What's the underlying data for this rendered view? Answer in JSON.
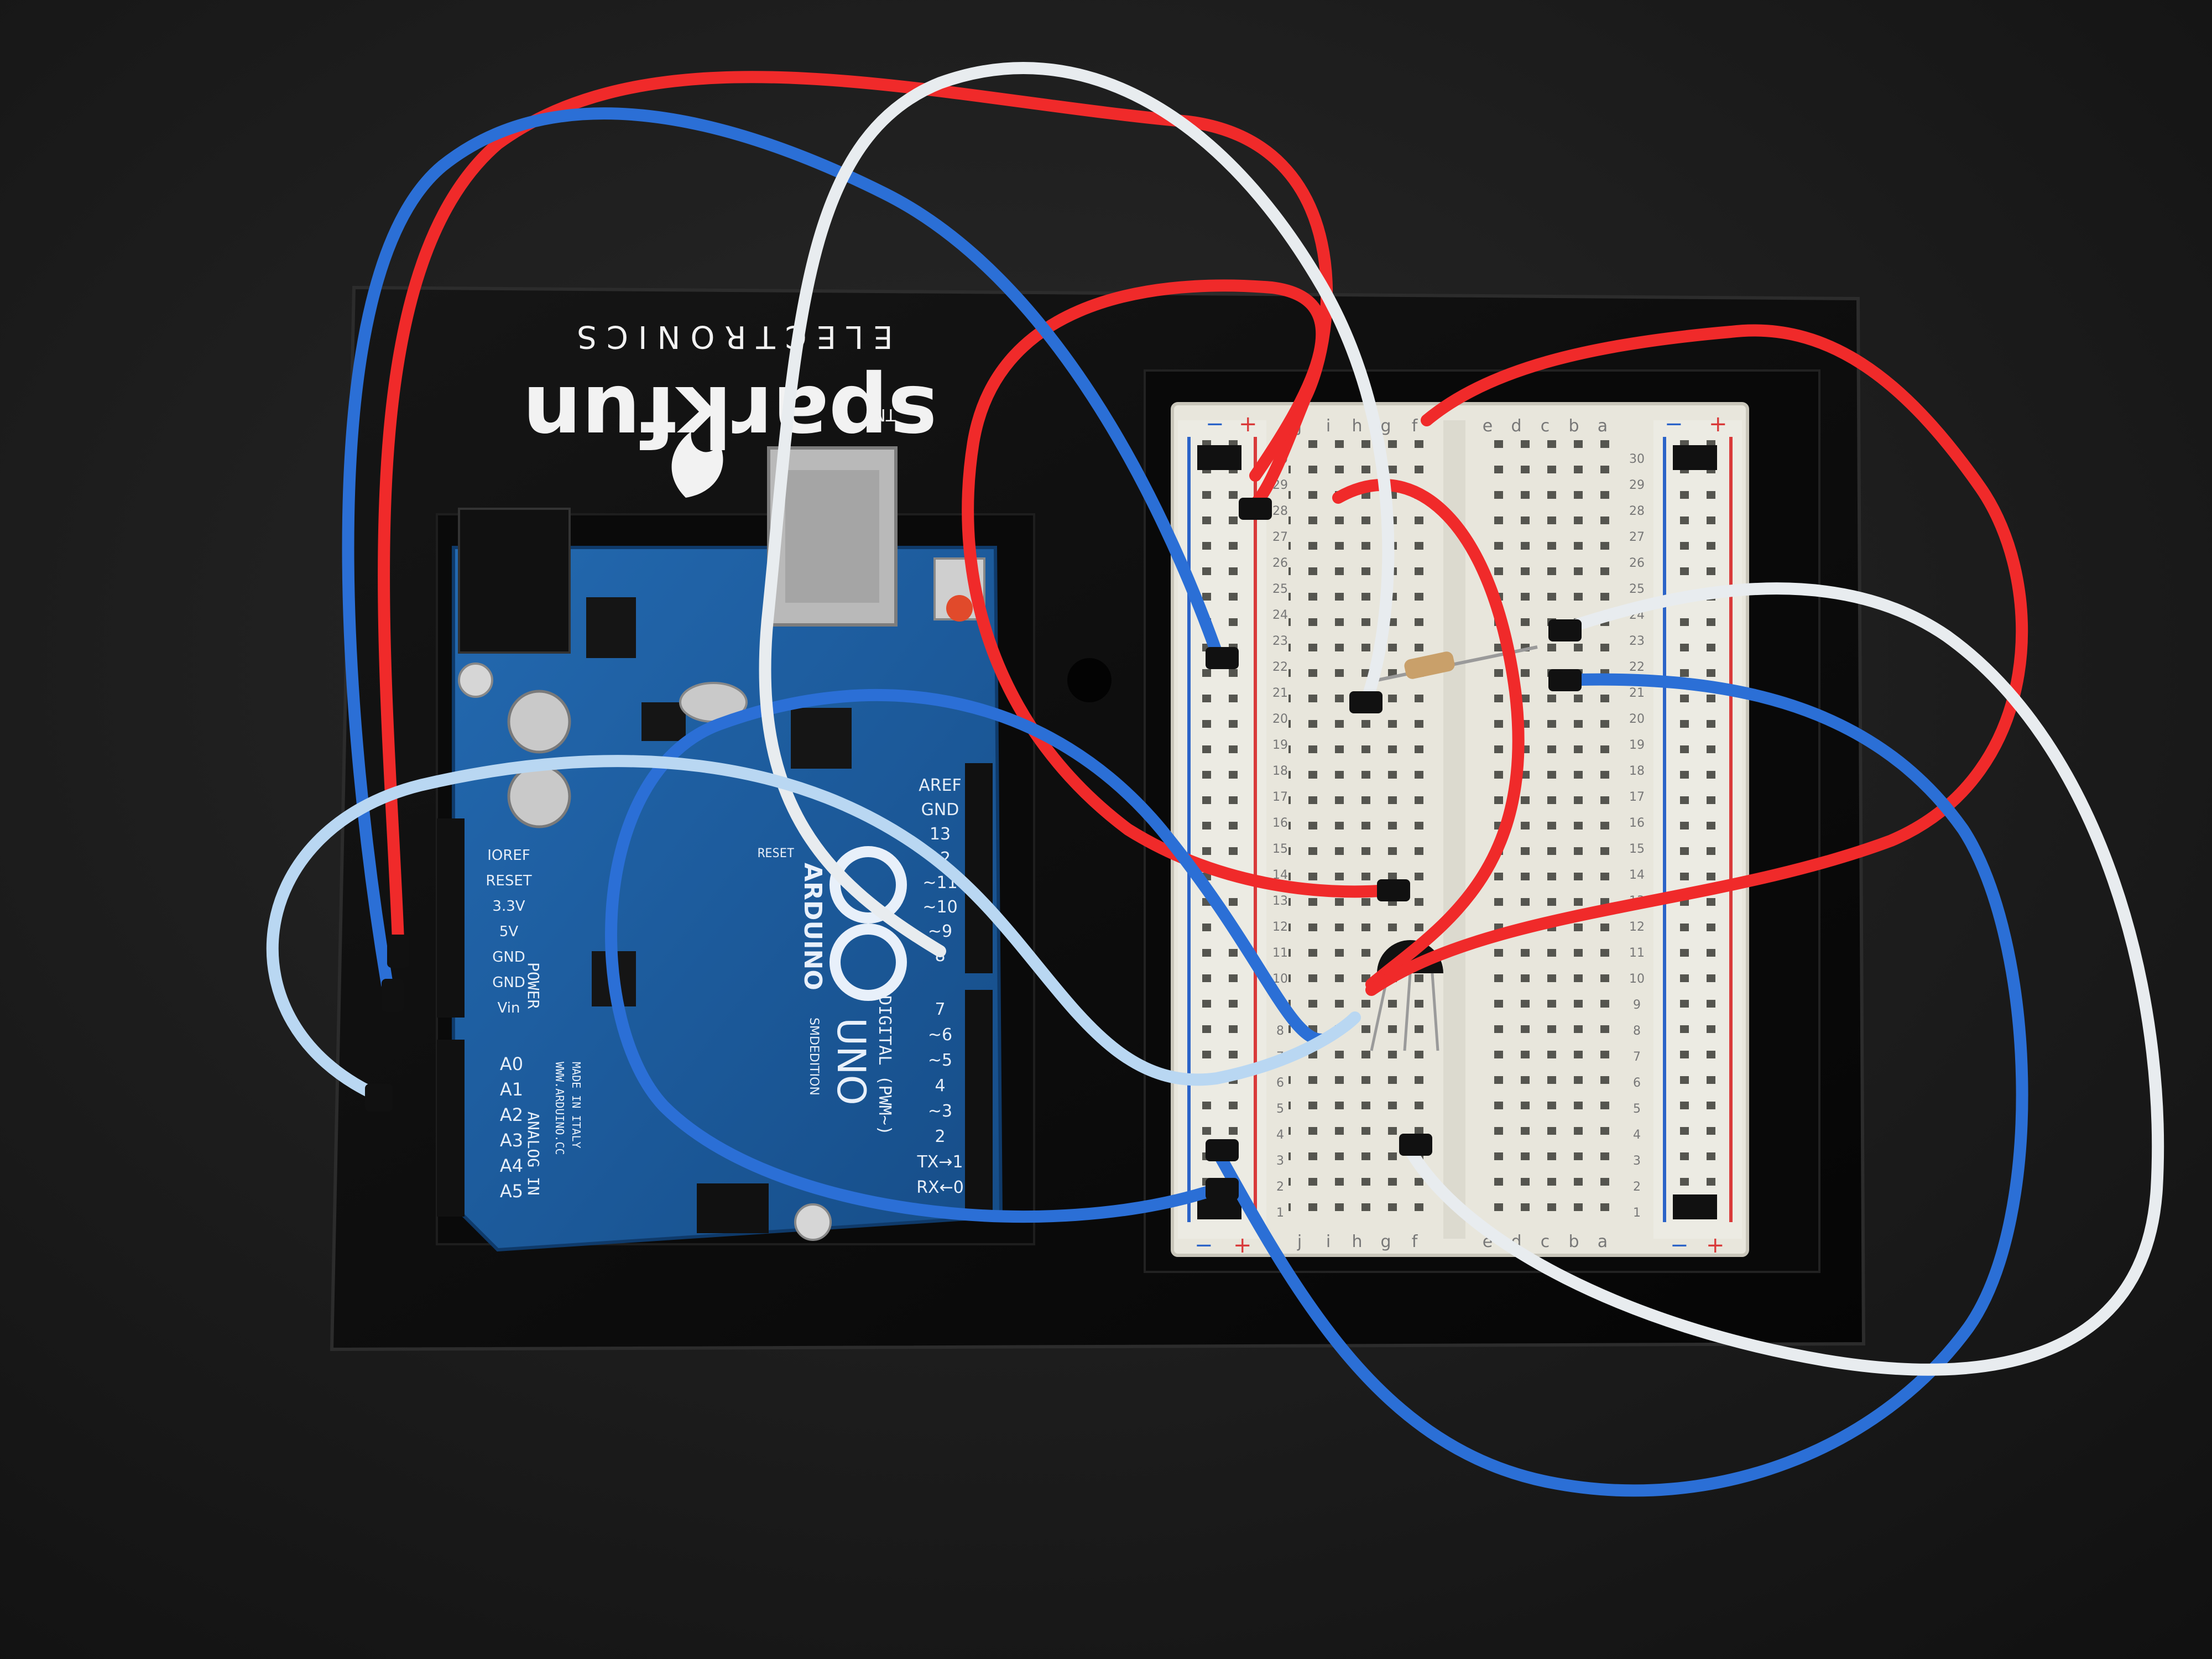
{
  "brand": {
    "logo_text": "sparkfun",
    "tm": "TM",
    "sub_text": "ELECTRONICS"
  },
  "arduino": {
    "brand_text": "ARDUINO",
    "model_text": "UNO",
    "edition_text": "SMDEDITION",
    "website_text": "WWW.ARDUINO.CC",
    "made_in_text": "MADE IN ITALY",
    "reset_text": "RESET",
    "digital_label": "DIGITAL (PWM~)",
    "analog_label": "ANALOG IN",
    "power_label": "POWER",
    "power_pins": [
      "IOREF",
      "RESET",
      "3.3V",
      "5V",
      "GND",
      "GND",
      "Vin"
    ],
    "analog_pins": [
      "A0",
      "A1",
      "A2",
      "A3",
      "A4",
      "A5"
    ],
    "digital_pins_top": [
      "AREF",
      "GND",
      "13",
      "12",
      "~11",
      "~10",
      "~9",
      "8"
    ],
    "digital_pins_bottom": [
      "7",
      "~6",
      "~5",
      "4",
      "~3",
      "2",
      "TX→1",
      "RX←0"
    ]
  },
  "breadboard": {
    "rail_minus": "−",
    "rail_plus": "+",
    "columns_left": [
      "j",
      "i",
      "h",
      "g",
      "f"
    ],
    "columns_right": [
      "e",
      "d",
      "c",
      "b",
      "a"
    ],
    "row_count": 30
  },
  "colors": {
    "background": "#1a1a1a",
    "holder": "#0d0d0d",
    "arduino_board": "#1d5d9e",
    "breadboard": "#e8e6dc",
    "wire_red": "#f02a2a",
    "wire_blue": "#2b6fd6",
    "wire_white": "#e8ecef",
    "wire_lightblue": "#b9d7f2"
  }
}
